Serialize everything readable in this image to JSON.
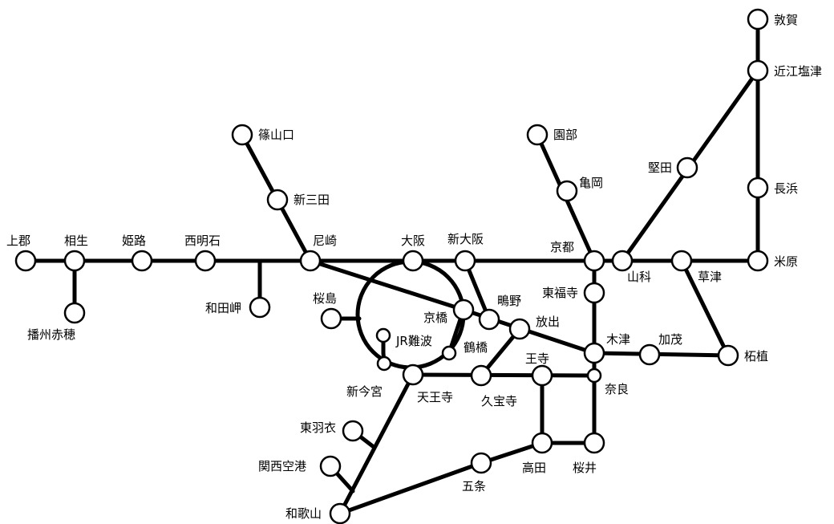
{
  "map": {
    "stations": {
      "tsuruga": "敦賀",
      "omishiotsu": "近江塩津",
      "nagahama": "長浜",
      "maibara": "米原",
      "katata": "堅田",
      "yamashina": "山科",
      "kusatsu": "草津",
      "tsuge": "柘植",
      "sonobe": "園部",
      "kameoka": "亀岡",
      "kyoto": "京都",
      "tofukuji": "東福寺",
      "kizu": "木津",
      "kamo": "加茂",
      "nara": "奈良",
      "sakurai": "桜井",
      "takada": "高田",
      "oji": "王寺",
      "kudaraji": "久宝寺",
      "hanaten": "放出",
      "shigino": "鴫野",
      "tsuruhashi": "鶴橋",
      "kyobashi": "京橋",
      "shinosaka": "新大阪",
      "osaka": "大阪",
      "amagasaki": "尼崎",
      "sakurajima": "桜島",
      "jrnamba": "JR難波",
      "shinimamiya": "新今宮",
      "tennoji": "天王寺",
      "higashihagoromo": "東羽衣",
      "kansaikuko": "関西空港",
      "wakayama": "和歌山",
      "gojo": "五条",
      "sasayamaguchi": "篠山口",
      "shinsanda": "新三田",
      "wadamisaki": "和田岬",
      "nishiakashi": "西明石",
      "himeji": "姫路",
      "aioi": "相生",
      "kamigori": "上郡",
      "banshuako": "播州赤穂"
    }
  }
}
